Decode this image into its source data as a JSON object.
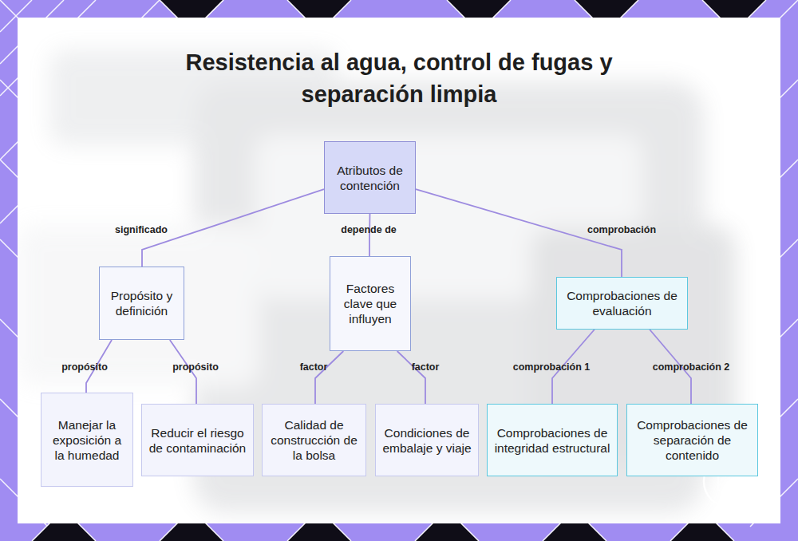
{
  "diagram": {
    "title": "Resistencia al agua, control de fugas y separación limpia",
    "nodes": [
      {
        "text": [
          "Atributos de contención"
        ]
      },
      {
        "text": [
          "Propósito y definición"
        ]
      },
      {
        "text": [
          "Factores clave que influyen"
        ]
      },
      {
        "text": [
          "Comprobaciones de evaluación"
        ]
      },
      {
        "text": [
          "Manejar la exposición a la humedad"
        ]
      },
      {
        "text": [
          "Reducir el riesgo de contaminación"
        ]
      },
      {
        "text": [
          "Calidad de construcción de la bolsa"
        ]
      },
      {
        "text": [
          "Condiciones de embalaje y viaje"
        ]
      },
      {
        "text": [
          "Comprobaciones de integridad estructural"
        ]
      },
      {
        "text": [
          "Comprobaciones de separación de contenido"
        ]
      }
    ],
    "edges": [
      {
        "from": 0,
        "to": 1,
        "label": "significado",
        "arrow": "none"
      },
      {
        "from": 0,
        "to": 2,
        "label": "depende de",
        "arrow": "none"
      },
      {
        "from": 0,
        "to": 3,
        "label": "comprobación",
        "arrow": "none"
      },
      {
        "from": 1,
        "to": 4,
        "label": "propósito",
        "arrow": "none"
      },
      {
        "from": 1,
        "to": 5,
        "label": "propósito",
        "arrow": "none"
      },
      {
        "from": 2,
        "to": 6,
        "label": "factor",
        "arrow": "none"
      },
      {
        "from": 2,
        "to": 7,
        "label": "factor",
        "arrow": "none"
      },
      {
        "from": 3,
        "to": 8,
        "label": "comprobación 1",
        "arrow": "none"
      },
      {
        "from": 3,
        "to": 9,
        "label": "comprobación 2",
        "arrow": "none"
      }
    ]
  }
}
